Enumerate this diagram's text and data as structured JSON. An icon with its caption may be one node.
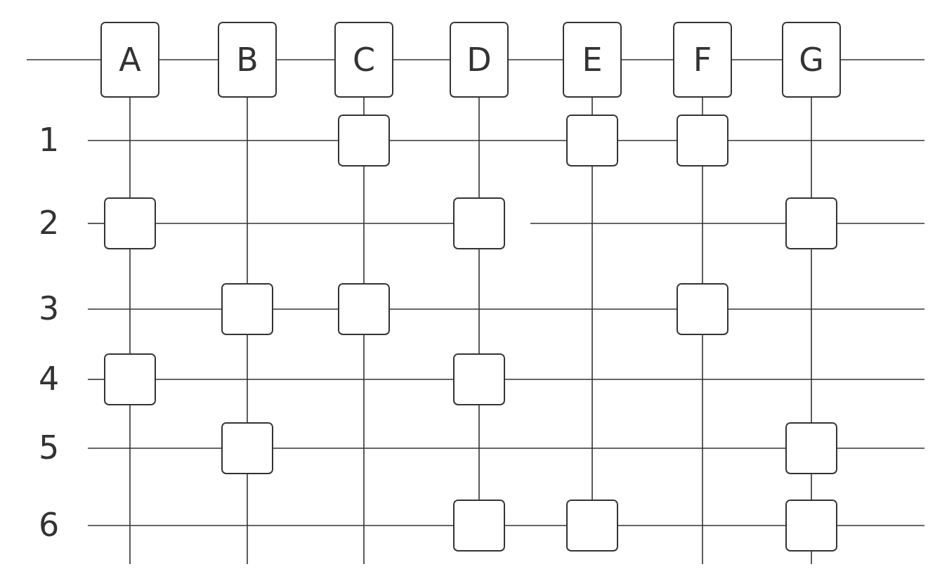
{
  "diagram": {
    "nodes": [
      {
        "text": [
          "A"
        ]
      },
      {
        "text": [
          "B"
        ]
      },
      {
        "text": [
          "C"
        ]
      },
      {
        "text": [
          "D"
        ]
      },
      {
        "text": [
          "E"
        ]
      },
      {
        "text": [
          "F"
        ]
      },
      {
        "text": [
          "G"
        ]
      },
      {
        "text": [],
        "shape": "box"
      },
      {
        "text": [],
        "shape": "box"
      },
      {
        "text": [],
        "shape": "box"
      },
      {
        "text": [],
        "shape": "box"
      },
      {
        "text": [],
        "shape": "box"
      },
      {
        "text": [],
        "shape": "box"
      },
      {
        "text": [],
        "shape": "box"
      },
      {
        "text": [],
        "shape": "box"
      },
      {
        "text": [],
        "shape": "box"
      },
      {
        "text": [],
        "shape": "box"
      },
      {
        "text": [],
        "shape": "box"
      },
      {
        "text": [],
        "shape": "box"
      },
      {
        "text": [],
        "shape": "box"
      },
      {
        "text": [],
        "shape": "box"
      },
      {
        "text": [],
        "shape": "box"
      },
      {
        "text": [],
        "shape": "box"
      }
    ],
    "edges": [
      {
        "from": null,
        "to": 0,
        "arrow": "none"
      },
      {
        "from": 0,
        "to": 1,
        "arrow": "none"
      },
      {
        "from": 1,
        "to": 2,
        "arrow": "none"
      },
      {
        "from": 2,
        "to": 3,
        "arrow": "none"
      },
      {
        "from": 3,
        "to": 4,
        "arrow": "none"
      },
      {
        "from": 4,
        "to": 5,
        "arrow": "none"
      },
      {
        "from": 5,
        "to": 6,
        "arrow": "none"
      },
      {
        "from": 6,
        "to": null,
        "arrow": "none"
      },
      {
        "from": 0,
        "to": 10,
        "arrow": "none"
      },
      {
        "from": 10,
        "to": 16,
        "arrow": "none"
      },
      {
        "from": 16,
        "to": null,
        "arrow": "none"
      },
      {
        "from": 1,
        "to": 13,
        "arrow": "none"
      },
      {
        "from": 13,
        "to": 18,
        "arrow": "none"
      },
      {
        "from": 18,
        "to": null,
        "arrow": "none"
      },
      {
        "from": 2,
        "to": 7,
        "arrow": "none"
      },
      {
        "from": 7,
        "to": 14,
        "arrow": "none"
      },
      {
        "from": 14,
        "to": null,
        "arrow": "none"
      },
      {
        "from": 3,
        "to": 11,
        "arrow": "none"
      },
      {
        "from": 11,
        "to": 17,
        "arrow": "none"
      },
      {
        "from": 17,
        "to": 20,
        "arrow": "none"
      },
      {
        "from": 4,
        "to": 8,
        "arrow": "none"
      },
      {
        "from": 8,
        "to": 21,
        "arrow": "none"
      },
      {
        "from": 5,
        "to": 9,
        "arrow": "none"
      },
      {
        "from": 9,
        "to": 15,
        "arrow": "none"
      },
      {
        "from": 15,
        "to": null,
        "arrow": "none"
      },
      {
        "from": 6,
        "to": 12,
        "arrow": "none"
      },
      {
        "from": 12,
        "to": 19,
        "arrow": "none"
      },
      {
        "from": 19,
        "to": 22,
        "arrow": "none"
      },
      {
        "from": 22,
        "to": null,
        "arrow": "none"
      },
      {
        "from": null,
        "to": 7,
        "arrow": "none"
      },
      {
        "from": 7,
        "to": 8,
        "arrow": "none"
      },
      {
        "from": 8,
        "to": 9,
        "arrow": "none"
      },
      {
        "from": 9,
        "to": null,
        "arrow": "none"
      },
      {
        "from": null,
        "to": 10,
        "arrow": "none"
      },
      {
        "from": 10,
        "to": 11,
        "arrow": "none"
      },
      {
        "from": null,
        "to": 12,
        "arrow": "none"
      },
      {
        "from": 12,
        "to": null,
        "arrow": "none"
      },
      {
        "from": null,
        "to": 13,
        "arrow": "none"
      },
      {
        "from": 13,
        "to": 14,
        "arrow": "none"
      },
      {
        "from": 14,
        "to": 15,
        "arrow": "none"
      },
      {
        "from": 15,
        "to": null,
        "arrow": "none"
      },
      {
        "from": null,
        "to": 16,
        "arrow": "none"
      },
      {
        "from": 16,
        "to": 17,
        "arrow": "none"
      },
      {
        "from": 17,
        "to": null,
        "arrow": "none"
      },
      {
        "from": null,
        "to": 18,
        "arrow": "none"
      },
      {
        "from": 18,
        "to": 19,
        "arrow": "none"
      },
      {
        "from": 19,
        "to": null,
        "arrow": "none"
      },
      {
        "from": null,
        "to": 20,
        "arrow": "none"
      },
      {
        "from": 20,
        "to": 21,
        "arrow": "none"
      },
      {
        "from": 21,
        "to": 22,
        "arrow": "none"
      },
      {
        "from": 22,
        "to": null,
        "arrow": "none"
      }
    ],
    "labels": [
      "1",
      "2",
      "3",
      "4",
      "5",
      "6"
    ]
  }
}
